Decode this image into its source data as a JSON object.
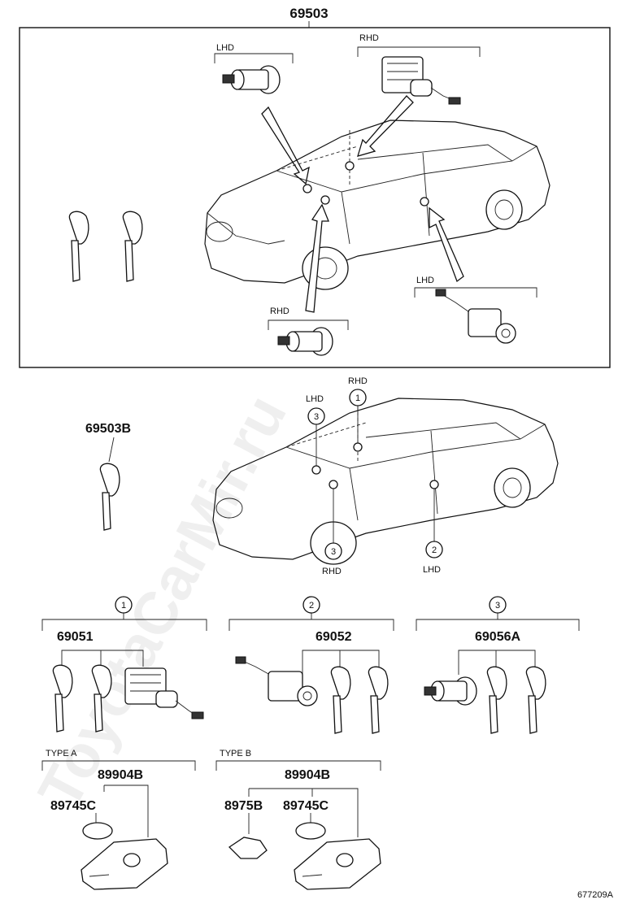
{
  "diagram": {
    "top_part_number": "69503",
    "side_labels": {
      "lhd": "LHD",
      "rhd": "RHD"
    },
    "key_set_part_number": "69503B",
    "callouts": [
      "1",
      "2",
      "3"
    ],
    "groups": [
      {
        "index": "1",
        "part_number": "69051"
      },
      {
        "index": "2",
        "part_number": "69052"
      },
      {
        "index": "3",
        "part_number": "69056A"
      }
    ],
    "type_a": {
      "label": "TYPE  A",
      "part_number": "89904B",
      "battery_part": "89745C"
    },
    "type_b": {
      "label": "TYPE  B",
      "part_number": "89904B",
      "cover_part": "8975B",
      "battery_part": "89745C"
    },
    "figure_id": "677209A",
    "watermark": "ToyotaCarMir.ru"
  }
}
